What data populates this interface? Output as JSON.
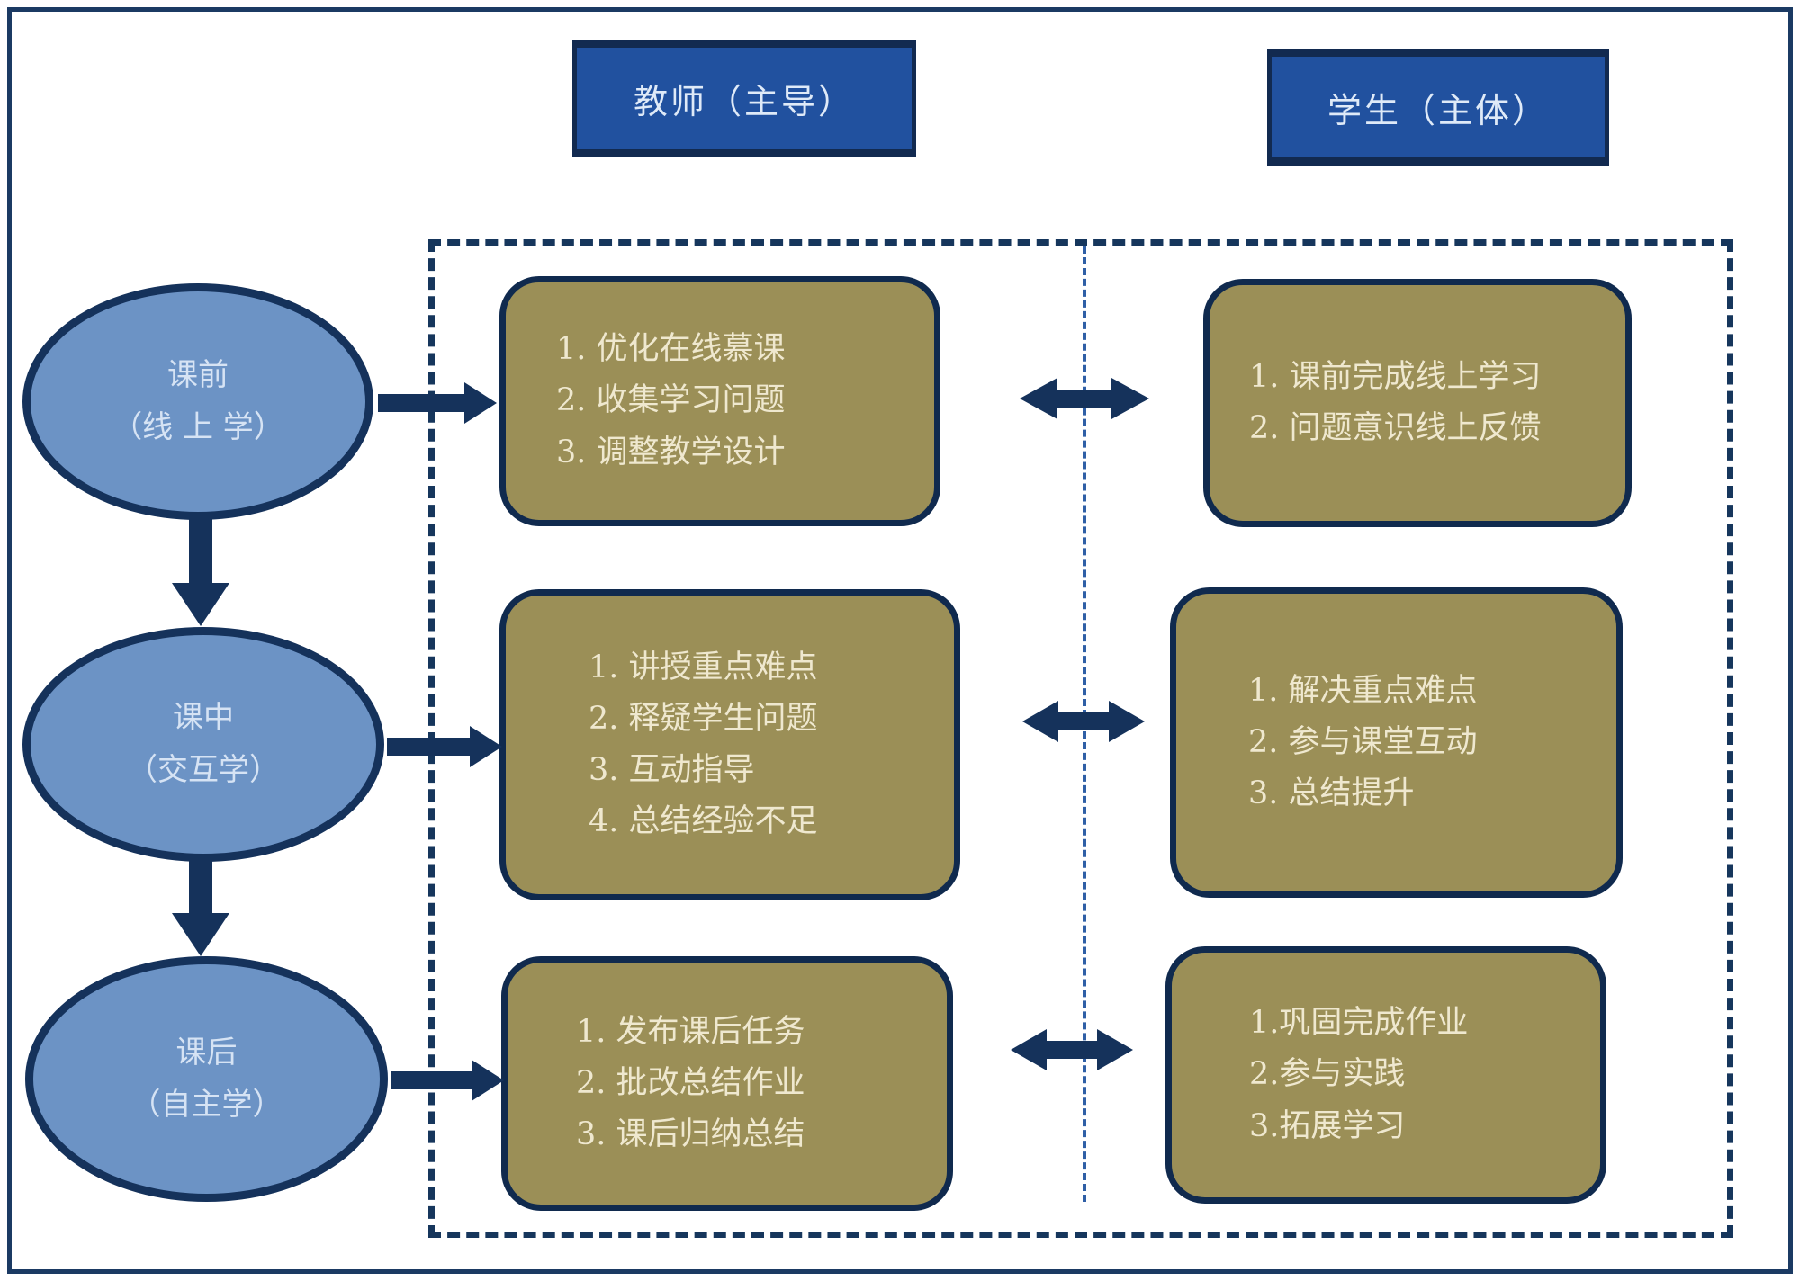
{
  "headers": {
    "teacher": "教师（主导）",
    "student": "学生（主体）"
  },
  "stages": [
    {
      "title": "课前",
      "subtitle": "（线 上 学）"
    },
    {
      "title": "课中",
      "subtitle": "（交互学）"
    },
    {
      "title": "课后",
      "subtitle": "（自主学）"
    }
  ],
  "teacher_boxes": [
    {
      "lines": [
        "1. 优化在线慕课",
        "2. 收集学习问题",
        "3. 调整教学设计"
      ]
    },
    {
      "lines": [
        "1. 讲授重点难点",
        "2. 释疑学生问题",
        "3. 互动指导",
        "4. 总结经验不足"
      ]
    },
    {
      "lines": [
        "1. 发布课后任务",
        "2. 批改总结作业",
        "3. 课后归纳总结"
      ]
    }
  ],
  "student_boxes": [
    {
      "lines": [
        "1. 课前完成线上学习",
        "2. 问题意识线上反馈"
      ]
    },
    {
      "lines": [
        "1. 解决重点难点",
        "2. 参与课堂互动",
        "3. 总结提升"
      ]
    },
    {
      "lines": [
        "1.巩固完成作业",
        "2.参与实践",
        "3.拓展学习"
      ]
    }
  ],
  "icons": {
    "right_arrow": "arrow-right",
    "down_arrow": "arrow-down",
    "double_arrow": "arrow-left-right"
  },
  "colors": {
    "navy_border": "#15325B",
    "header_blue": "#21519F",
    "ellipse_blue": "#6C93C5",
    "khaki_fill": "#9B8F57",
    "cream_text": "#EFE8CF",
    "divider_blue": "#2F5FA6"
  }
}
